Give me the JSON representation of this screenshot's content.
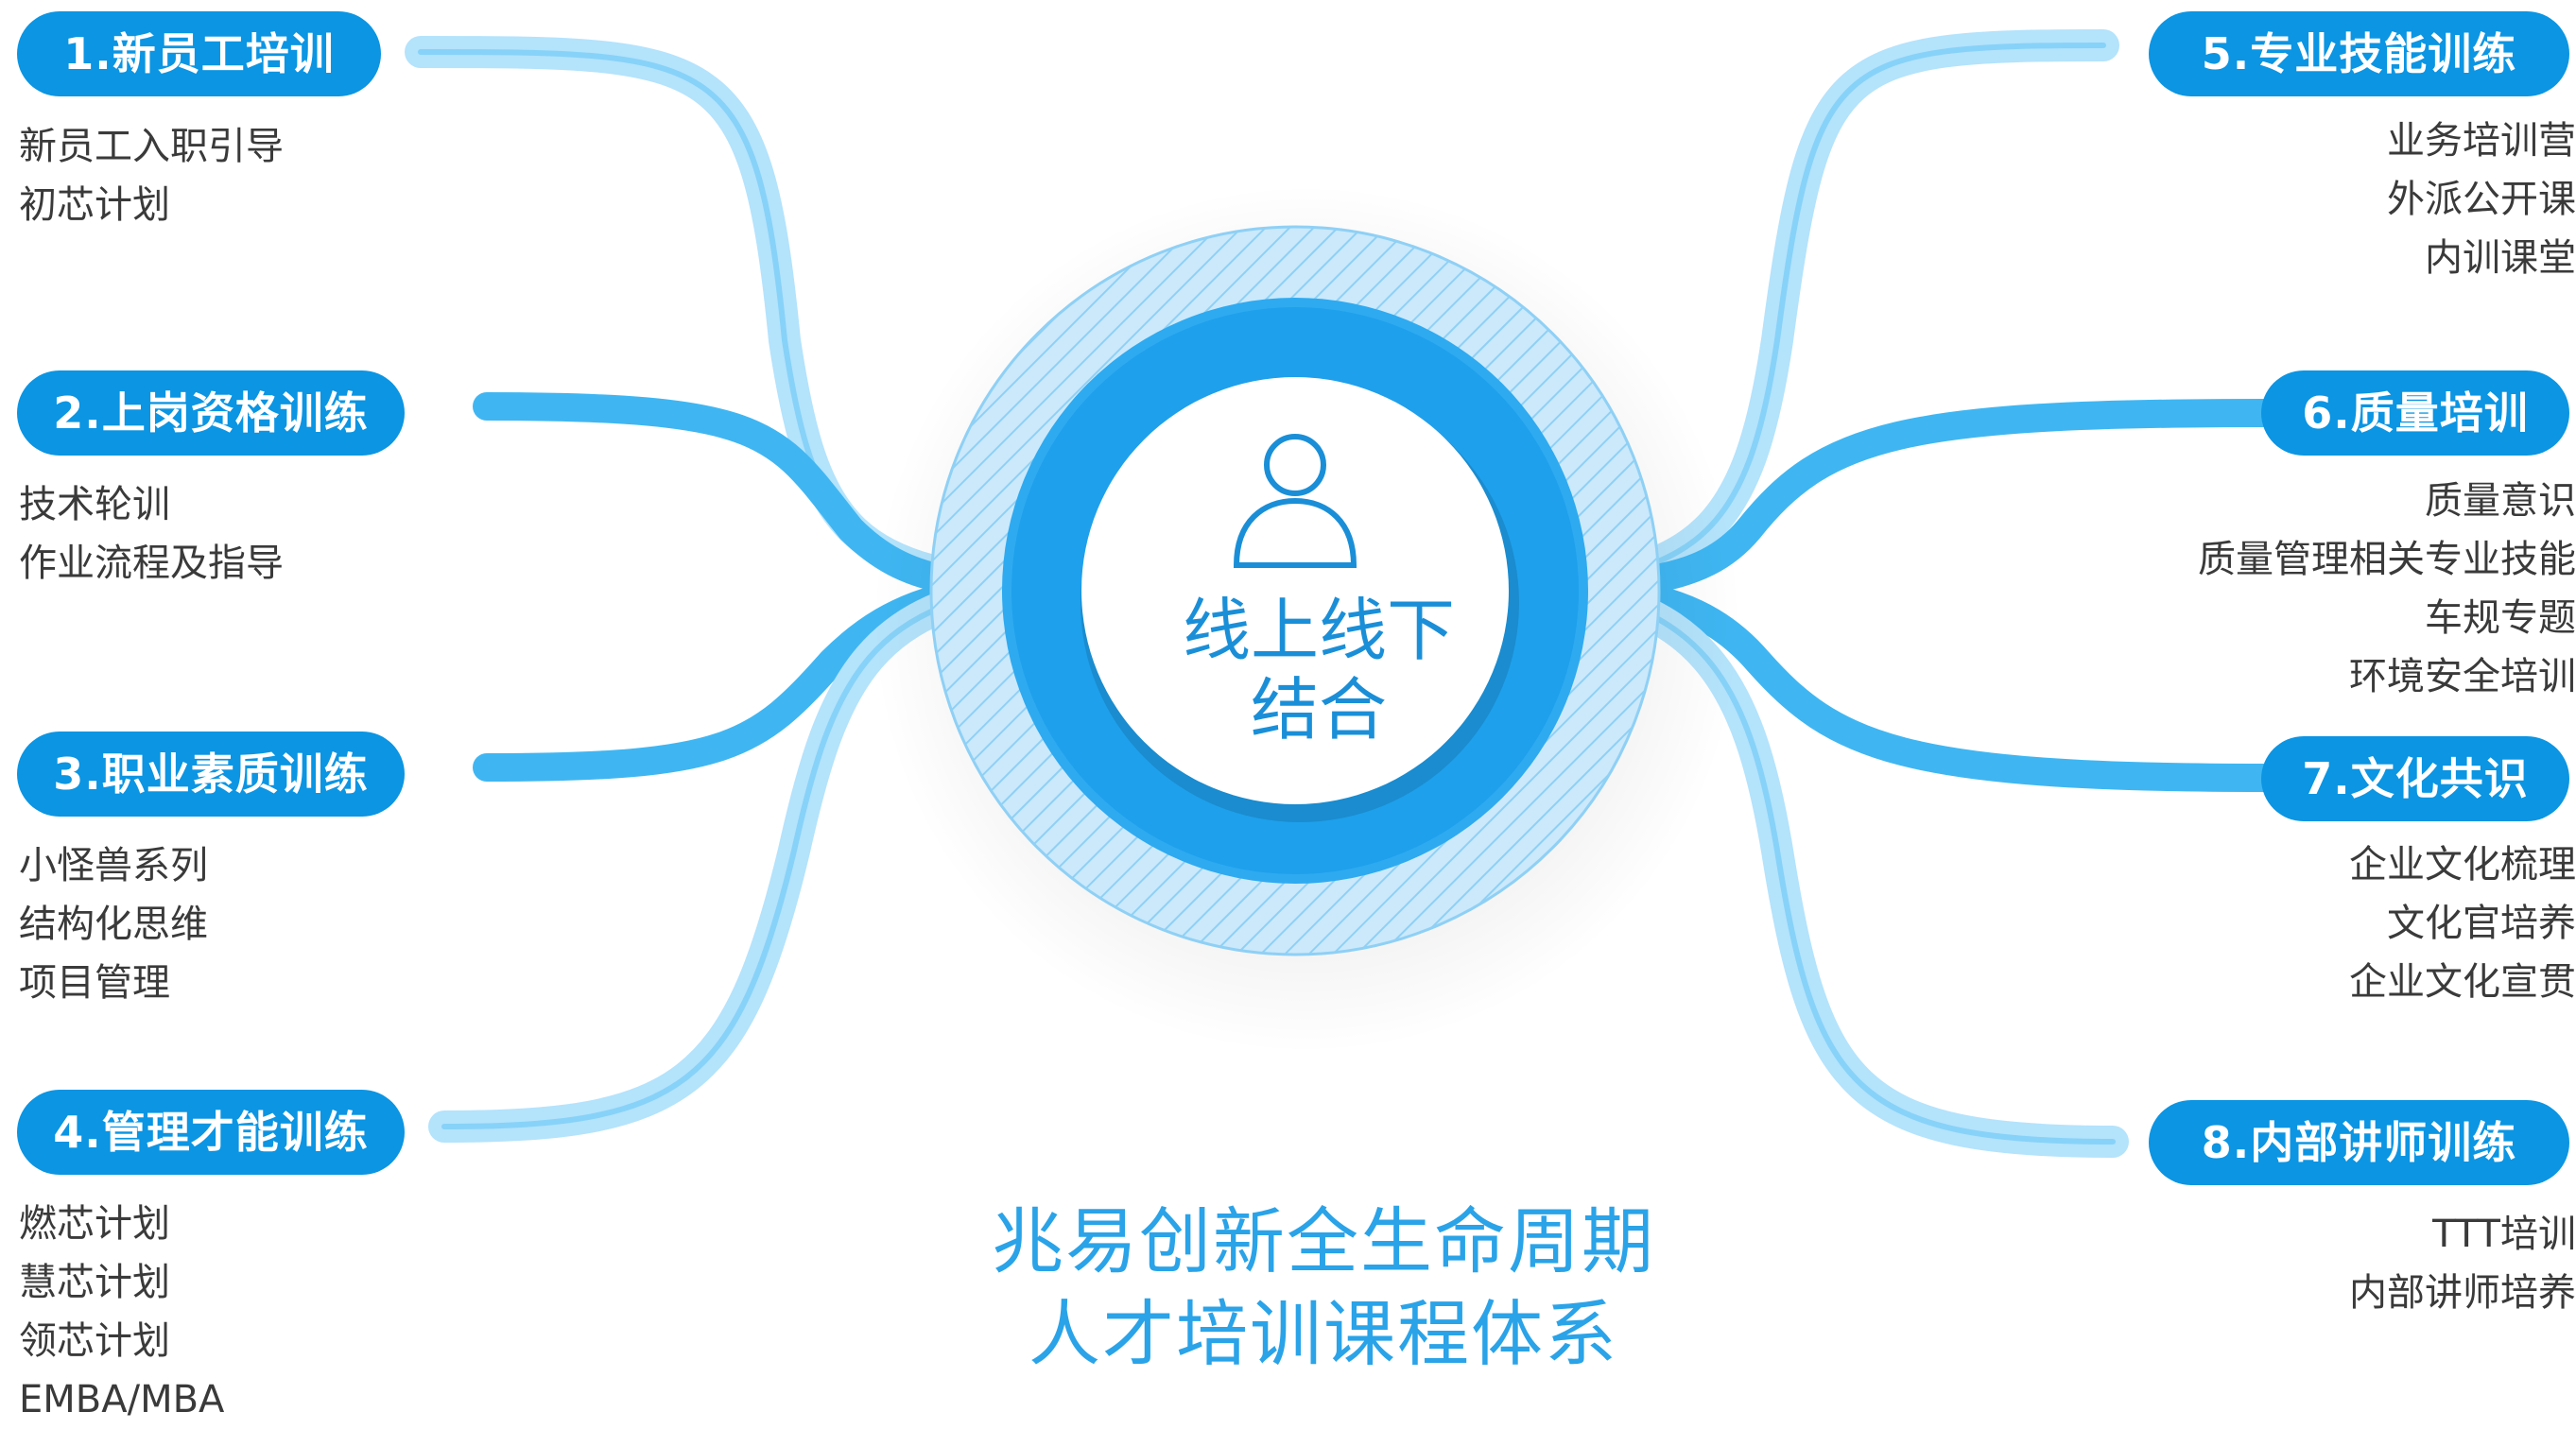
{
  "center": {
    "line1": "线上线下",
    "line2": "结合"
  },
  "caption": {
    "line1": "兆易创新全生命周期",
    "line2": "人才培训课程体系"
  },
  "colors": {
    "primary": "#0b95e3",
    "light": "#aee0fb",
    "mid": "#55c1f5",
    "center_text": "#1a8fd8"
  },
  "icons": {
    "center": "person-icon"
  },
  "categories": [
    {
      "title": "1.新员工培训",
      "items": [
        "新员工入职引导",
        "初芯计划"
      ]
    },
    {
      "title": "2.上岗资格训练",
      "items": [
        "技术轮训",
        "作业流程及指导"
      ]
    },
    {
      "title": "3.职业素质训练",
      "items": [
        "小怪兽系列",
        "结构化思维",
        "项目管理"
      ]
    },
    {
      "title": "4.管理才能训练",
      "items": [
        "燃芯计划",
        "慧芯计划",
        "领芯计划",
        "EMBA/MBA"
      ]
    },
    {
      "title": "5.专业技能训练",
      "items": [
        "业务培训营",
        "外派公开课",
        "内训课堂"
      ]
    },
    {
      "title": "6.质量培训",
      "items": [
        "质量意识",
        "质量管理相关专业技能",
        "车规专题",
        "环境安全培训"
      ]
    },
    {
      "title": "7.文化共识",
      "items": [
        "企业文化梳理",
        "文化官培养",
        "企业文化宣贯"
      ]
    },
    {
      "title": "8.内部讲师训练",
      "items": [
        "TTT培训",
        "内部讲师培养"
      ]
    }
  ]
}
